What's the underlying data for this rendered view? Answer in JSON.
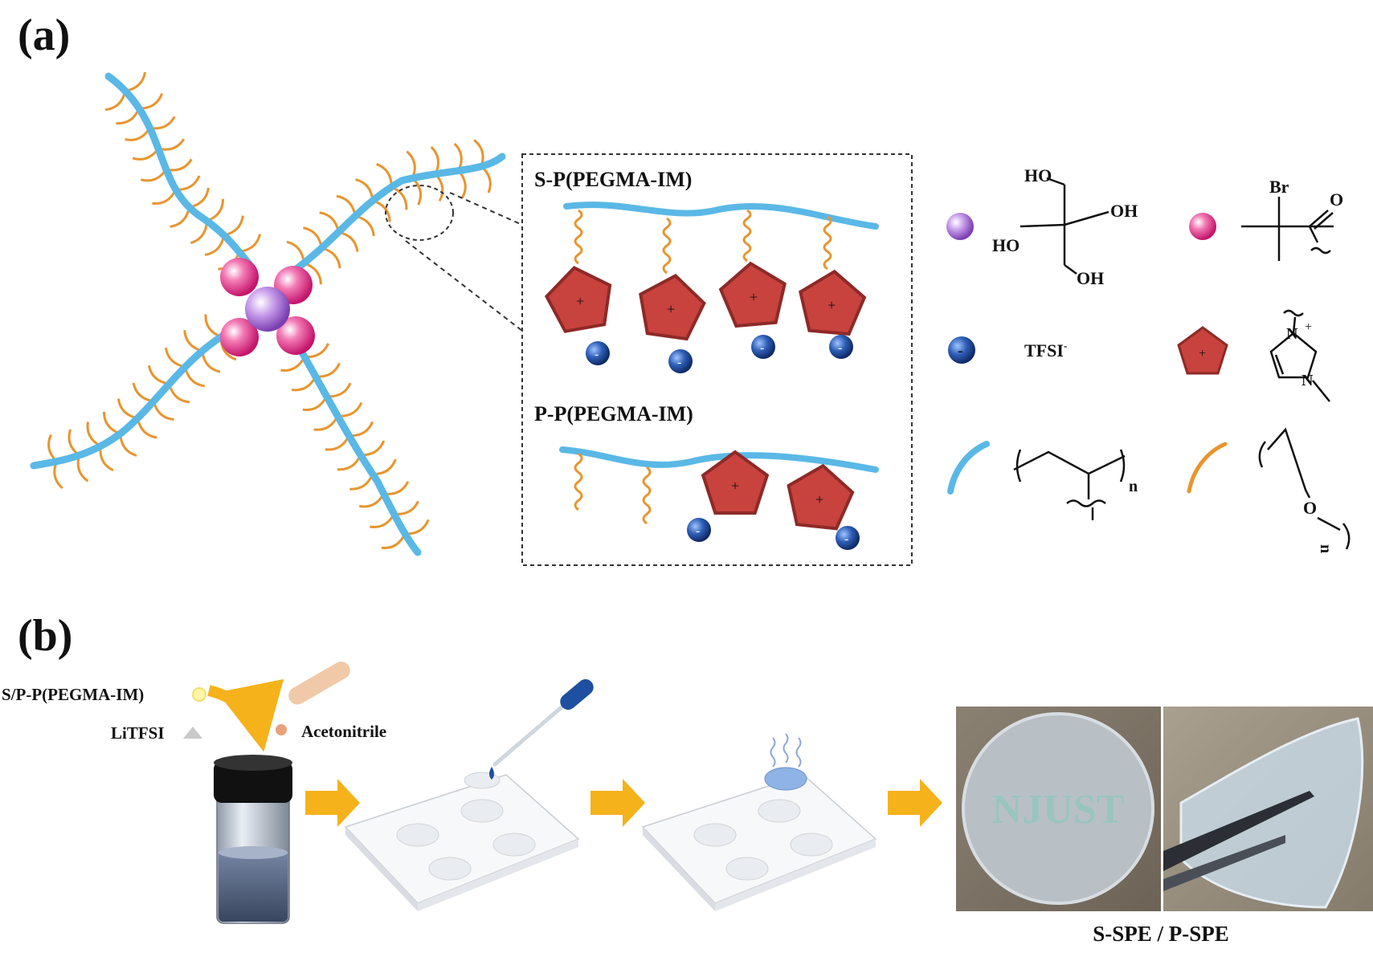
{
  "panel_a": {
    "label": "(a)",
    "inset": {
      "star_title": "S-P(PEGMA-IM)",
      "linear_title": "P-P(PEGMA-IM)",
      "cation_charge": "+",
      "anion_charge": "-"
    },
    "legend": {
      "core_groups": [
        "HO",
        "OH",
        "HO",
        "OH"
      ],
      "initiator_atoms": [
        "Br",
        "O"
      ],
      "anion_label": "TFSI",
      "anion_superscript": "-",
      "imidazolium_atoms": [
        "N",
        "N"
      ],
      "imidazolium_charge": "+",
      "backbone_repeat": "n",
      "peg_oxygen": "O",
      "peg_repeat": "n"
    }
  },
  "panel_b": {
    "label": "(b)",
    "reagents": {
      "polymer": "S/P-P(PEGMA-IM)",
      "salt": "LiTFSI",
      "solvent": "Acetonitrile"
    },
    "photo_text": "NJUST",
    "product_caption": "S-SPE / P-SPE"
  },
  "colors": {
    "backbone": "#5ab8e6",
    "side_chain": "#e8952e",
    "core": "#b07ad8",
    "initiator": "#e8378c",
    "cation": "#c8423e",
    "anion": "#1e4fa0",
    "arrow": "#f5b21a"
  }
}
